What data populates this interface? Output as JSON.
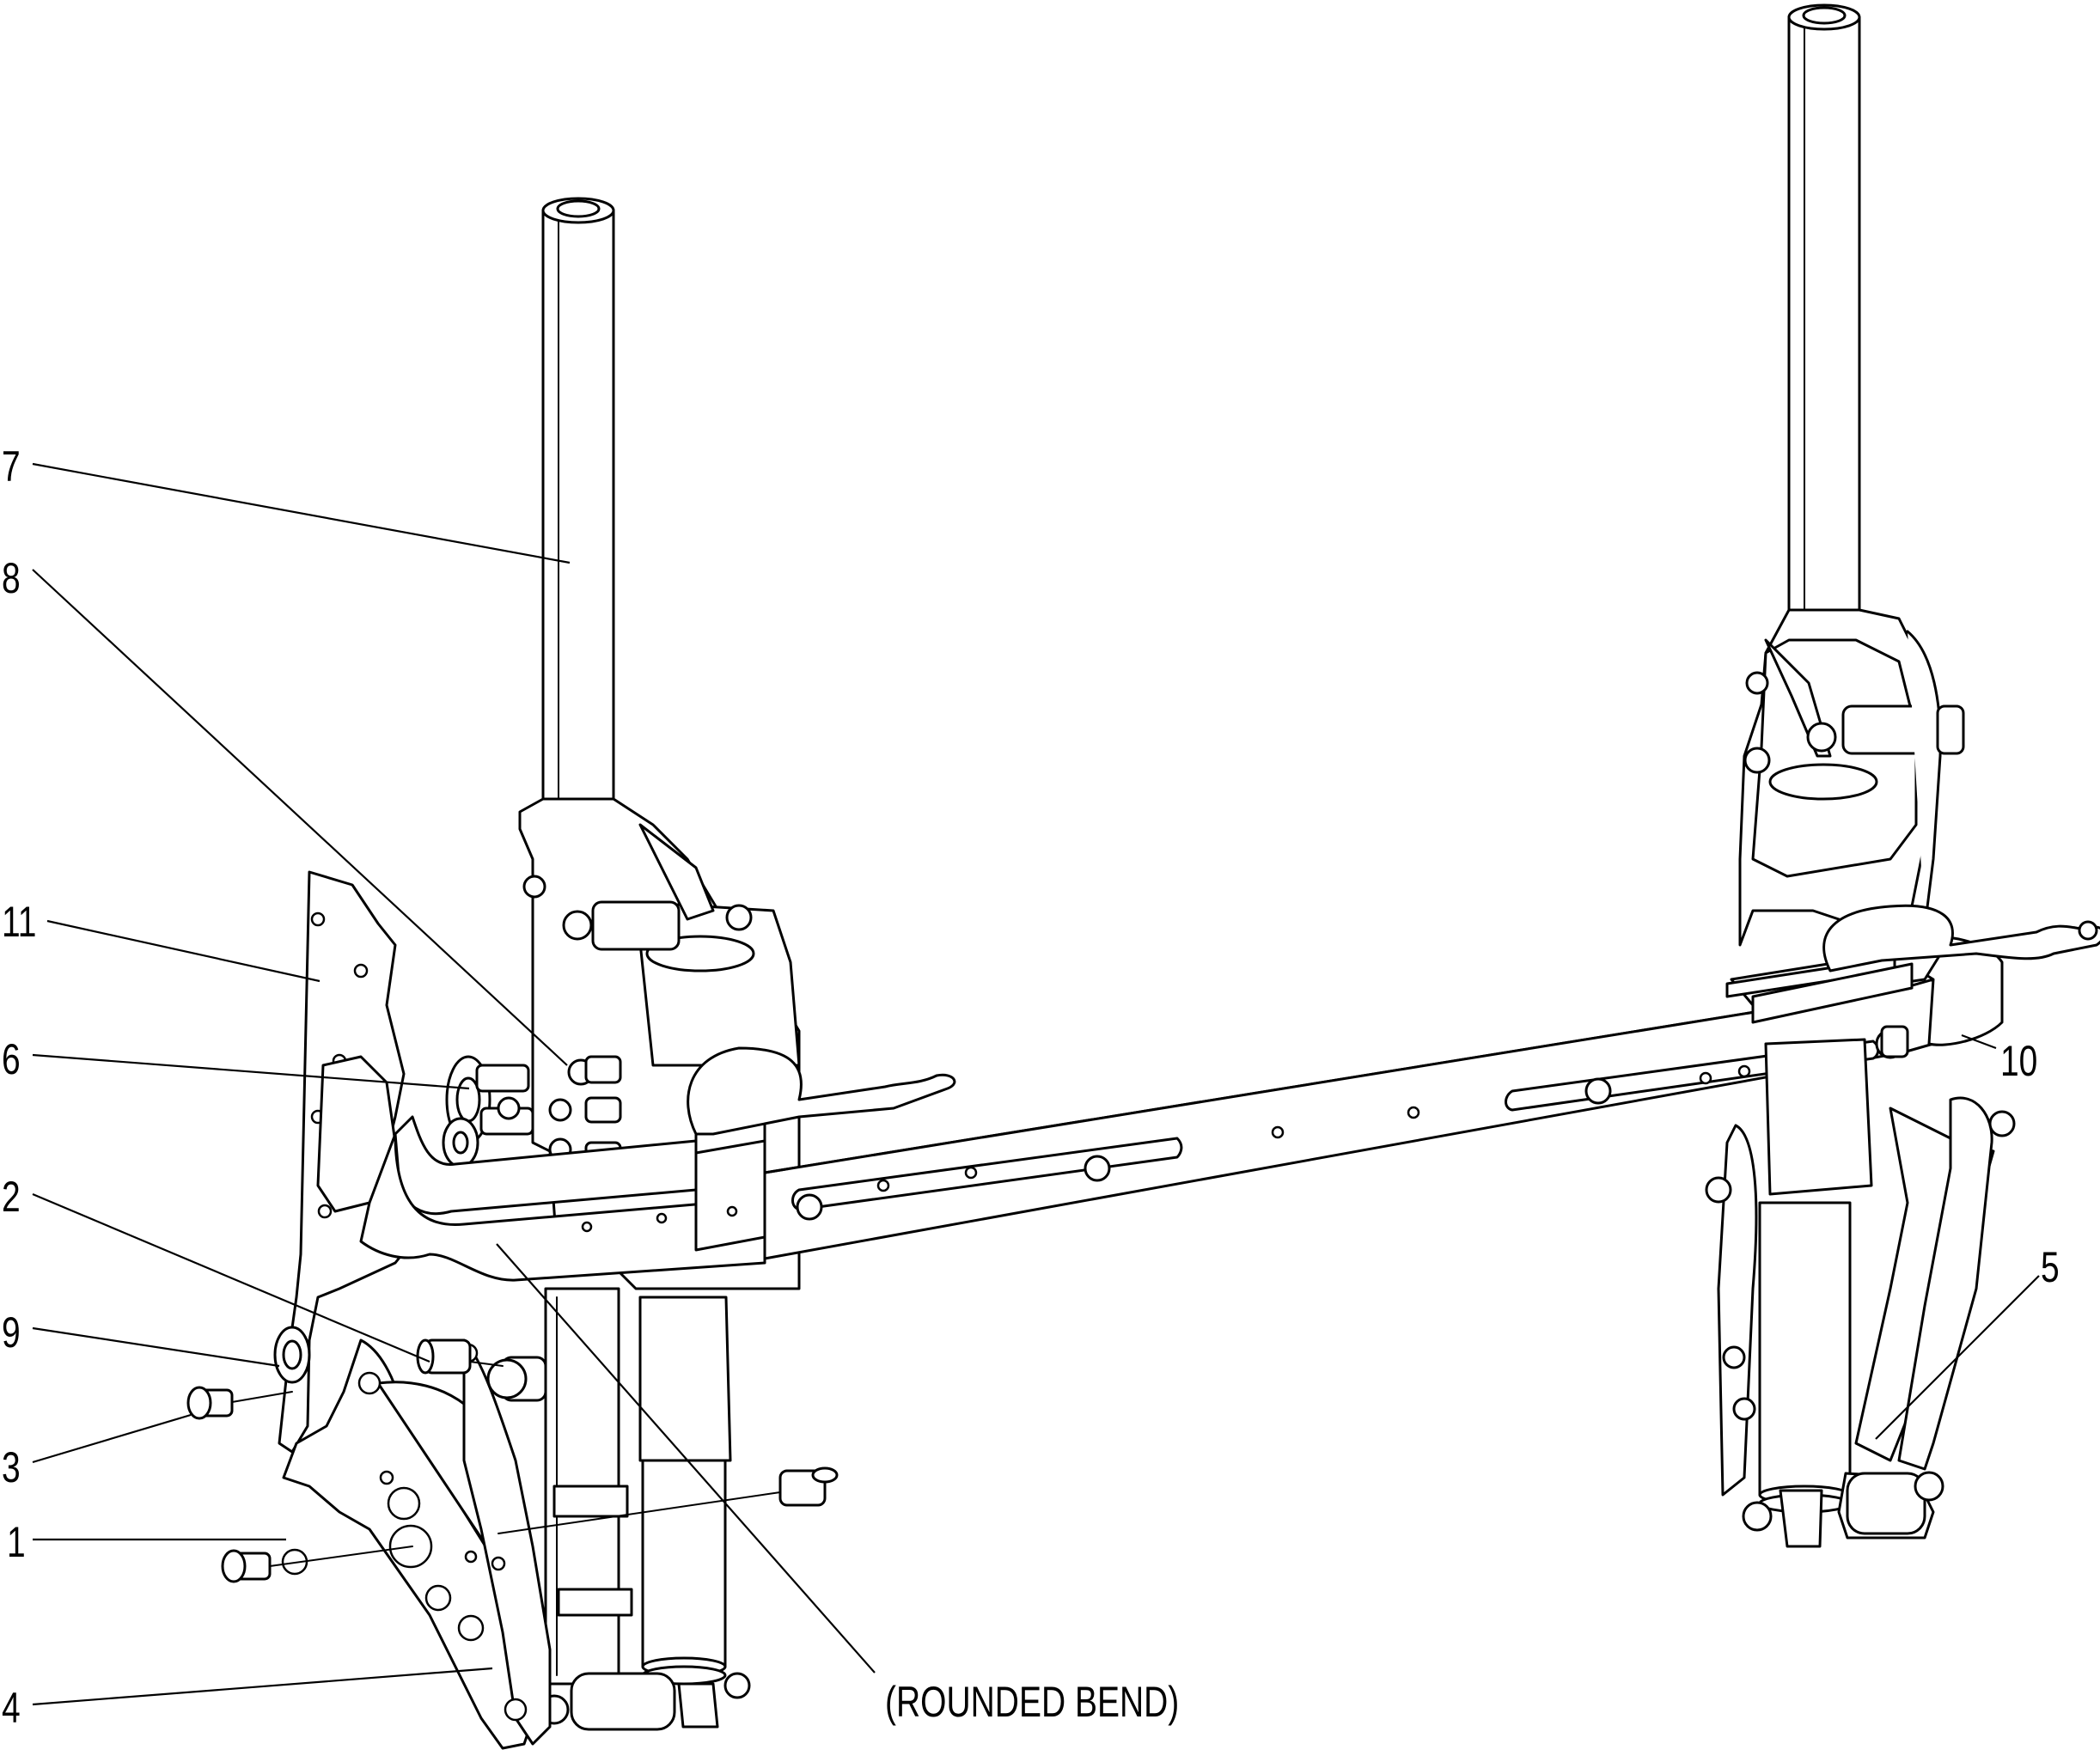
{
  "callouts": [
    {
      "id": "7",
      "label": "7"
    },
    {
      "id": "8",
      "label": "8"
    },
    {
      "id": "11",
      "label": "11"
    },
    {
      "id": "6",
      "label": "6"
    },
    {
      "id": "2",
      "label": "2"
    },
    {
      "id": "9",
      "label": "9"
    },
    {
      "id": "3",
      "label": "3"
    },
    {
      "id": "1",
      "label": "1"
    },
    {
      "id": "4",
      "label": "4"
    },
    {
      "id": "10",
      "label": "10"
    },
    {
      "id": "5",
      "label": "5"
    },
    {
      "id": "rounded-bend",
      "label": "(ROUNDED BEND)"
    }
  ],
  "colors": {
    "line": "#000000",
    "background": "#ffffff"
  }
}
